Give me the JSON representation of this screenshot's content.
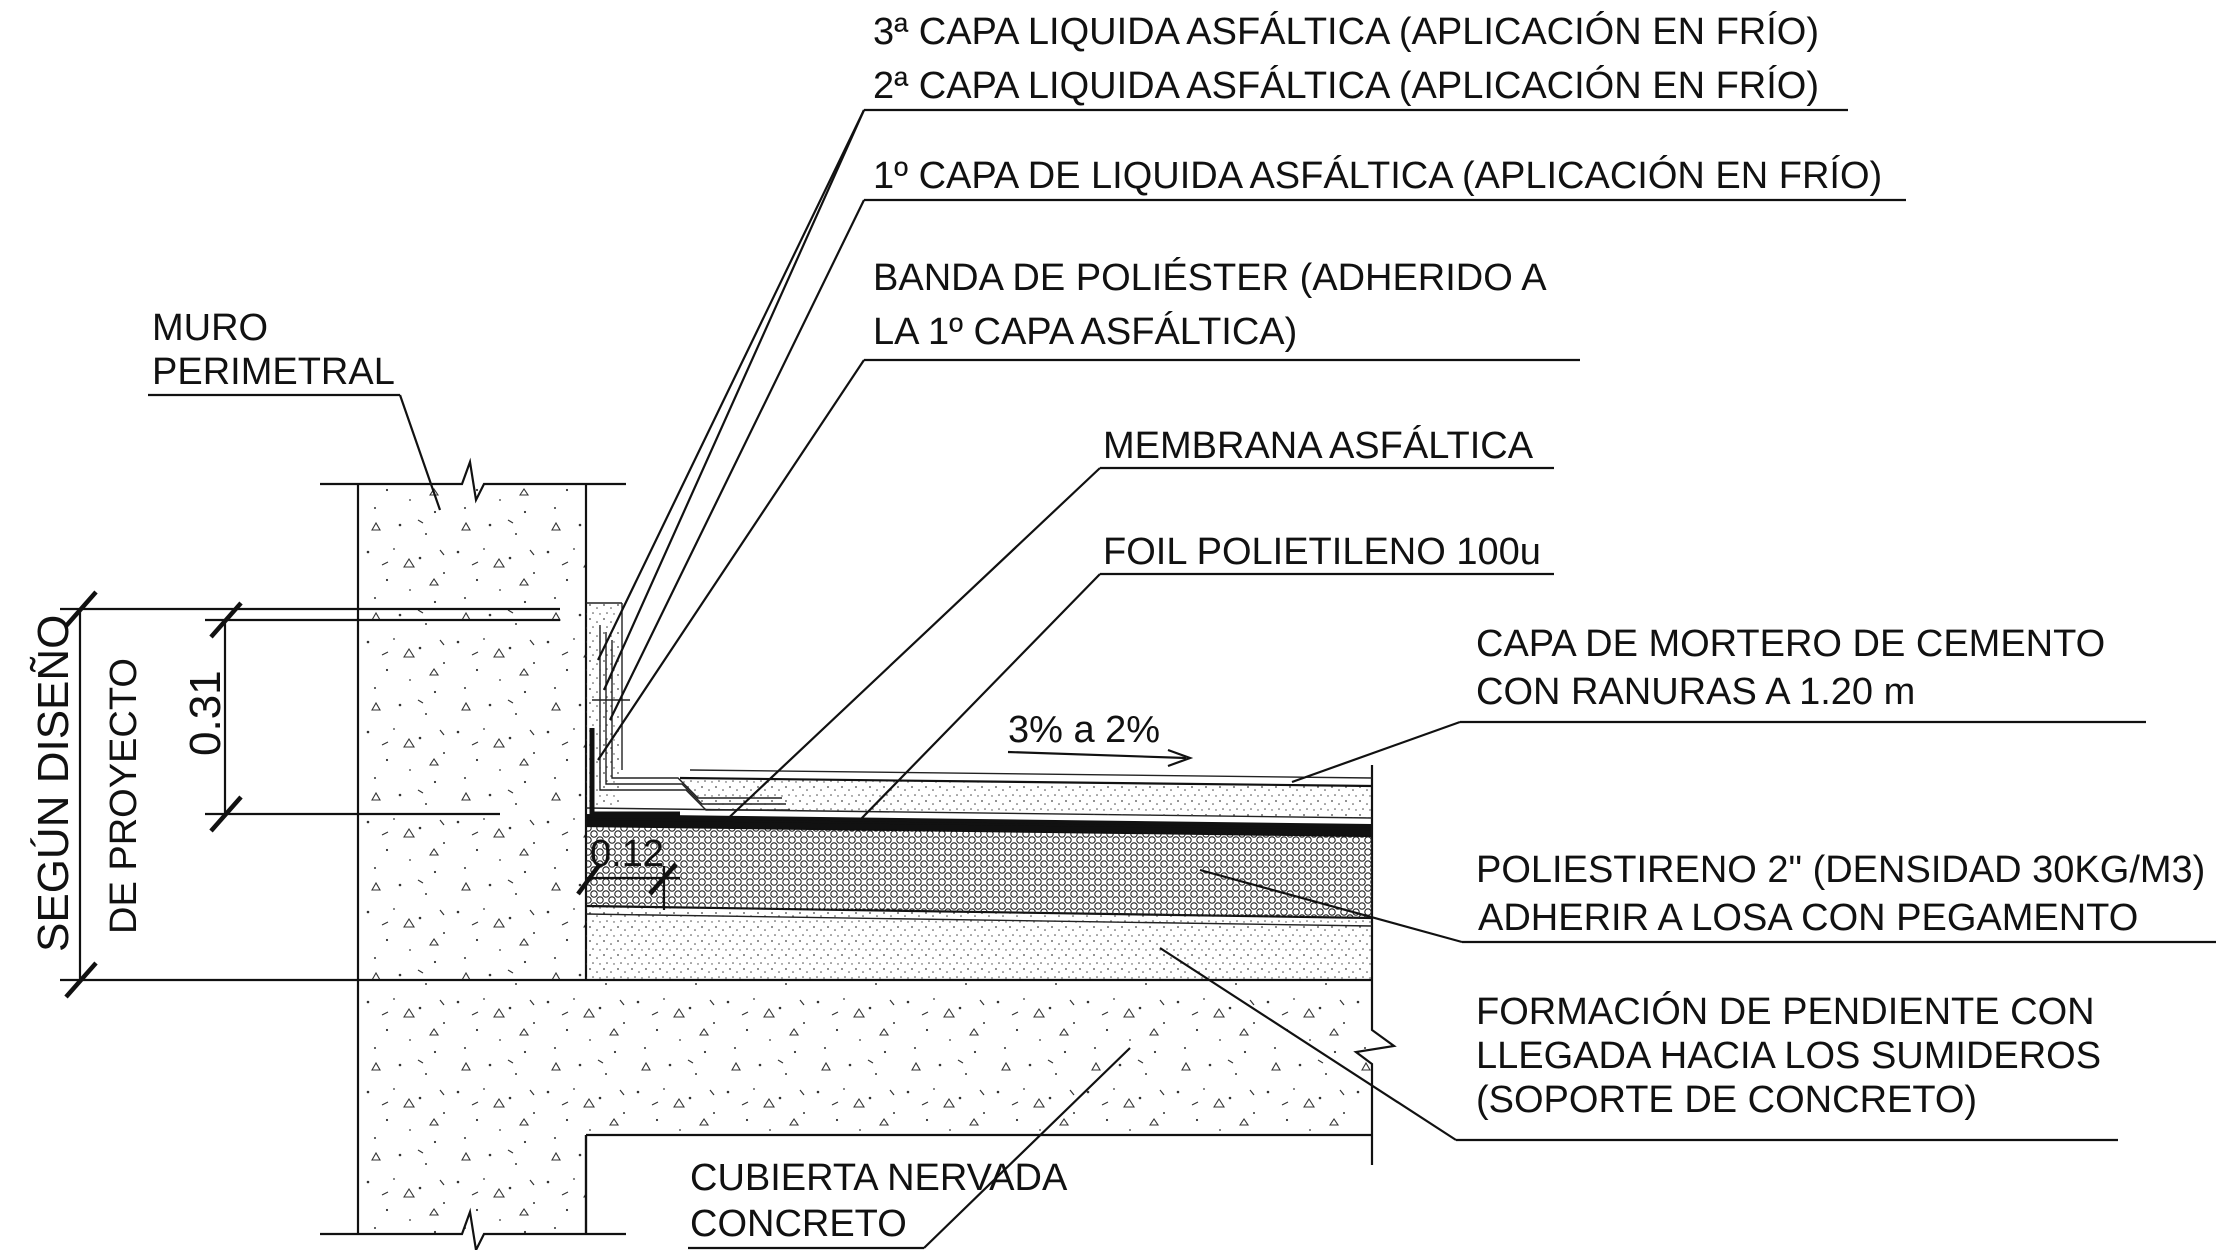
{
  "labels": {
    "capa3": "3ª CAPA LIQUIDA ASFÁLTICA (APLICACIÓN EN FRÍO)",
    "capa2": "2ª CAPA LIQUIDA ASFÁLTICA (APLICACIÓN EN FRÍO)",
    "capa1": "1º CAPA DE LIQUIDA ASFÁLTICA (APLICACIÓN EN FRÍO)",
    "banda_1": "BANDA DE POLIÉSTER (ADHERIDO A",
    "banda_2": "LA 1º CAPA ASFÁLTICA)",
    "muro_1": "MURO",
    "muro_2": "PERIMETRAL",
    "membrana": "MEMBRANA ASFÁLTICA",
    "foil": "FOIL POLIETILENO 100u",
    "mortero_1": "CAPA DE MORTERO DE CEMENTO",
    "mortero_2": "CON RANURAS A 1.20 m",
    "pendiente": "3% a 2%",
    "poli_1": "POLIESTIRENO 2\" (DENSIDAD 30KG/M3)",
    "poli_2": "ADHERIR A LOSA CON PEGAMENTO",
    "formacion_1": "FORMACIÓN DE PENDIENTE CON",
    "formacion_2": "LLEGADA HACIA LOS SUMIDEROS",
    "formacion_3": "(SOPORTE DE CONCRETO)",
    "cubierta_1": "CUBIERTA NERVADA",
    "cubierta_2": "CONCRETO"
  },
  "dimensions": {
    "segun_1": "SEGÚN DISEÑO",
    "segun_2": "DE PROYECTO",
    "d031": "0.31",
    "d012": "0.12"
  }
}
